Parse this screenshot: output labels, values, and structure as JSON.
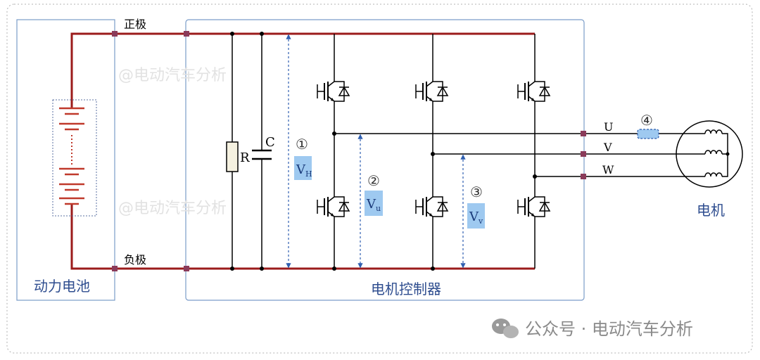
{
  "labels": {
    "positive_terminal": "正极",
    "negative_terminal": "负极",
    "battery": "动力电池",
    "controller": "电机控制器",
    "motor": "电机",
    "resistor": "R",
    "capacitor": "C",
    "phase_u": "U",
    "phase_v": "V",
    "phase_w": "W"
  },
  "markers": {
    "m1": "①",
    "m2": "②",
    "m3": "③",
    "m4": "④"
  },
  "voltages": {
    "vh": {
      "base": "V",
      "sub": "H"
    },
    "vu": {
      "base": "V",
      "sub": "u"
    },
    "vv": {
      "base": "V",
      "sub": "v"
    }
  },
  "watermarks": [
    "@电动汽车分析",
    "@电动汽车分析"
  ],
  "footer": {
    "account": "公众号 · 电动汽车分析",
    "icon": "wechat-icon"
  },
  "colors": {
    "bus": "#9b1b1b",
    "box_stroke": "#7a9cc9",
    "highlight": "#9ec9f0",
    "dim_arrow": "#2f5fb0",
    "label_blue": "#2e4d8f",
    "junction": "#8a3b5a"
  }
}
